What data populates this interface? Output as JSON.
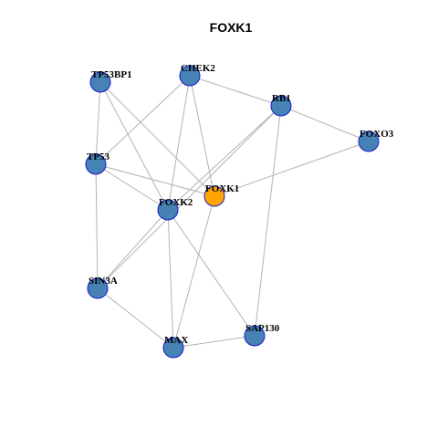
{
  "title": "FOXK1",
  "colors": {
    "focus_node": "#FFA500",
    "node": "#4682B4",
    "node_border": "#1a1acc",
    "edge": "#b3b3b3"
  },
  "nodes": [
    {
      "id": "FOXK1",
      "label": "FOXK1",
      "focus": true
    },
    {
      "id": "TP53BP1",
      "label": "TP53BP1",
      "focus": false
    },
    {
      "id": "CHEK2",
      "label": "CHEK2",
      "focus": false
    },
    {
      "id": "RB1",
      "label": "RB1",
      "focus": false
    },
    {
      "id": "FOXO3",
      "label": "FOXO3",
      "focus": false
    },
    {
      "id": "TP53",
      "label": "TP53",
      "focus": false
    },
    {
      "id": "FOXK2",
      "label": "FOXK2",
      "focus": false
    },
    {
      "id": "SIN3A",
      "label": "SIN3A",
      "focus": false
    },
    {
      "id": "MAX",
      "label": "MAX",
      "focus": false
    },
    {
      "id": "SAP130",
      "label": "SAP130",
      "focus": false
    }
  ],
  "edges": [
    [
      "TP53BP1",
      "TP53"
    ],
    [
      "TP53BP1",
      "FOXK2"
    ],
    [
      "TP53BP1",
      "FOXK1"
    ],
    [
      "CHEK2",
      "RB1"
    ],
    [
      "CHEK2",
      "TP53"
    ],
    [
      "CHEK2",
      "FOXK2"
    ],
    [
      "CHEK2",
      "FOXK1"
    ],
    [
      "RB1",
      "FOXO3"
    ],
    [
      "RB1",
      "FOXK2"
    ],
    [
      "RB1",
      "SIN3A"
    ],
    [
      "RB1",
      "SAP130"
    ],
    [
      "FOXO3",
      "FOXK1"
    ],
    [
      "TP53",
      "FOXK1"
    ],
    [
      "TP53",
      "FOXK2"
    ],
    [
      "TP53",
      "SIN3A"
    ],
    [
      "FOXK2",
      "SIN3A"
    ],
    [
      "FOXK2",
      "MAX"
    ],
    [
      "FOXK2",
      "SAP130"
    ],
    [
      "FOXK1",
      "MAX"
    ],
    [
      "SIN3A",
      "MAX"
    ],
    [
      "MAX",
      "SAP130"
    ]
  ]
}
